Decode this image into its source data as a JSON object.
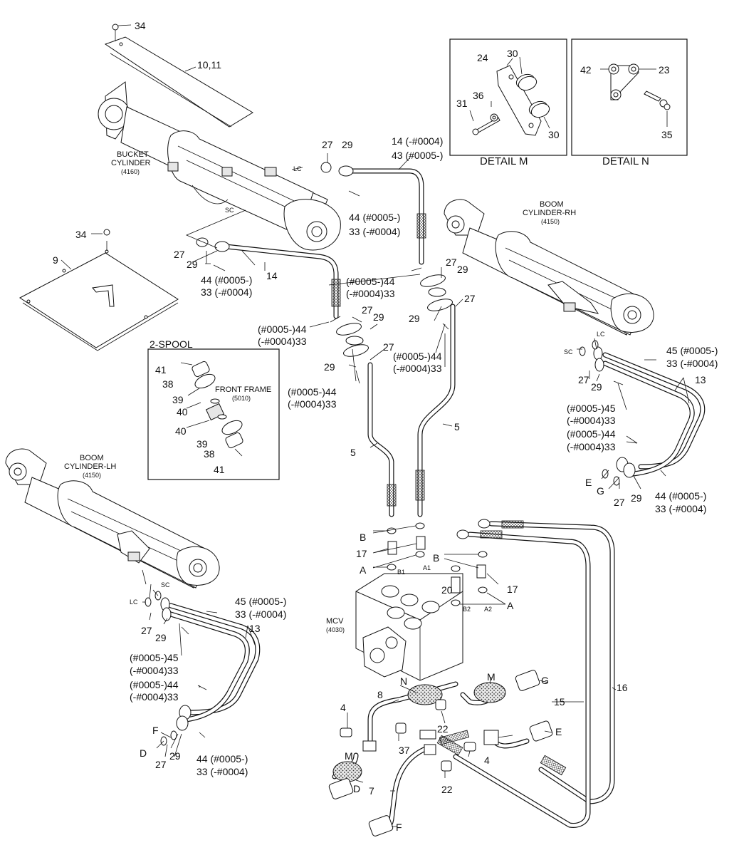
{
  "detail_m": {
    "title": "DETAIL M",
    "callouts": [
      "24",
      "30",
      "36",
      "31",
      "30"
    ]
  },
  "detail_n": {
    "title": "DETAIL N",
    "callouts": [
      "42",
      "23",
      "35"
    ]
  },
  "spool": {
    "title": "2-SPOOL",
    "frame_label": "FRONT FRAME",
    "frame_code": "(5010)",
    "callouts": [
      "41",
      "38",
      "39",
      "40",
      "40",
      "39",
      "38",
      "41"
    ]
  },
  "components": {
    "bucket_cylinder": [
      "BUCKET",
      "CYLINDER",
      "(4160)"
    ],
    "boom_rh": [
      "BOOM",
      "CYLINDER-RH",
      "(4150)"
    ],
    "boom_lh": [
      "BOOM",
      "CYLINDER-LH",
      "(4150)"
    ],
    "mcv": [
      "MCV",
      "(4030)"
    ]
  },
  "ports": {
    "lc": "LC",
    "sc": "SC",
    "b1": "B1",
    "a1": "A1",
    "b2": "B2",
    "a2": "A2"
  },
  "callouts_top": [
    "34",
    "10,11",
    "27",
    "29",
    "14 (-#0004)",
    "43 (#0005-)",
    "44 (#0005-)",
    "33 (-#0004)",
    "34",
    "9",
    "27",
    "29",
    "14",
    "44 (#0005-)",
    "33 (-#0004)"
  ],
  "callouts_center": [
    "(#0005-)44",
    "(-#0004)33",
    "27",
    "29",
    "(#0005-)44",
    "(-#0004)33",
    "27",
    "29",
    "27",
    "29",
    "(#0005-)44",
    "(-#0004)33",
    "27",
    "29",
    "(#0005-)44",
    "(-#0004)33",
    "5",
    "5"
  ],
  "callouts_right": [
    "45 (#0005-)",
    "33 (-#0004)",
    "27",
    "29",
    "13",
    "(#0005-)45",
    "(-#0004)33",
    "(#0005-)44",
    "(-#0004)33",
    "E",
    "G",
    "27",
    "29",
    "44 (#0005-)",
    "33 (-#0004)"
  ],
  "callouts_left": [
    "45 (#0005-)",
    "33 (-#0004)",
    "27",
    "29",
    "13",
    "(#0005-)45",
    "(-#0004)33",
    "(#0005-)44",
    "(-#0004)33",
    "F",
    "D",
    "27",
    "29",
    "44 (#0005-)",
    "33 (-#0004)"
  ],
  "callouts_mcv": [
    "B",
    "17",
    "A",
    "B",
    "17",
    "20",
    "A",
    "16",
    "15",
    "N",
    "M",
    "G",
    "8",
    "4",
    "22",
    "37",
    "E",
    "4",
    "M",
    "D",
    "22",
    "7",
    "F"
  ]
}
